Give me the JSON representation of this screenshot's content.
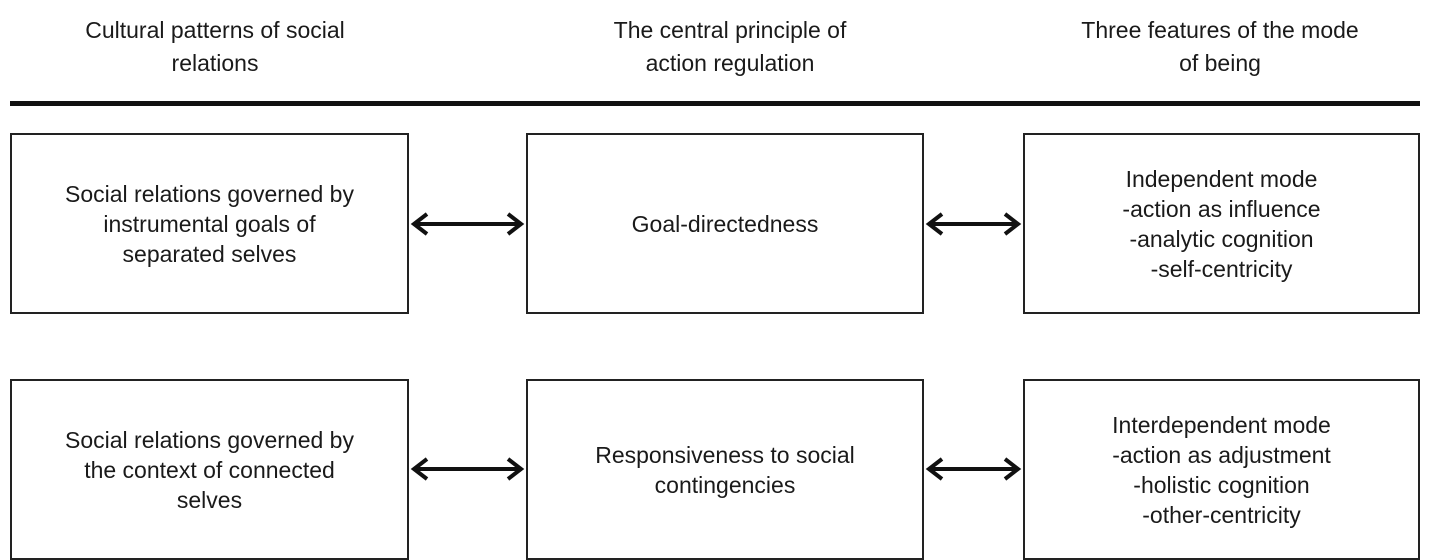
{
  "headers": [
    {
      "lines": [
        "Cultural patterns of social",
        "relations"
      ]
    },
    {
      "lines": [
        "The central principle of",
        "action regulation"
      ]
    },
    {
      "lines": [
        "Three features of the mode",
        "of being"
      ]
    }
  ],
  "rows": [
    {
      "col1": [
        "Social relations governed by",
        "instrumental goals of",
        "separated selves"
      ],
      "col2": [
        "Goal-directedness"
      ],
      "col3": [
        "Independent mode",
        "-action as influence",
        "-analytic cognition",
        "-self-centricity"
      ]
    },
    {
      "col1": [
        "Social relations governed by",
        "the context of connected",
        "selves"
      ],
      "col2": [
        "Responsiveness to social",
        "contingencies"
      ],
      "col3": [
        "Interdependent mode",
        "-action as adjustment",
        "-holistic cognition",
        "-other-centricity"
      ]
    }
  ]
}
